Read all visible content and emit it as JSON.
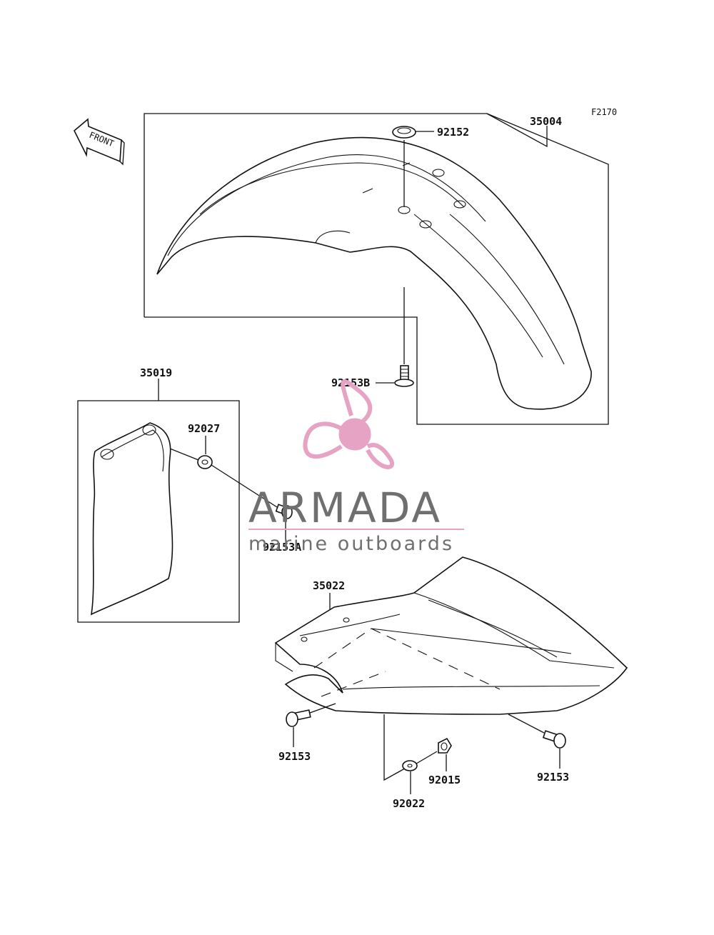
{
  "figure_code": "F2170",
  "front_marker": "FRONT",
  "parts": {
    "p35004": "35004",
    "p92152": "92152",
    "p92153B": "92153B",
    "p35019": "35019",
    "p92027": "92027",
    "p92153A": "92153A",
    "p35022": "35022",
    "p92153_left": "92153",
    "p92153_right": "92153",
    "p92015": "92015",
    "p92022": "92022"
  },
  "watermark": {
    "brand": "ARMADA",
    "tagline": "marine outboards",
    "colors": {
      "propeller": "#e6a3c3",
      "text": "#6f6f6f",
      "rule": "#e6a3c3"
    }
  }
}
